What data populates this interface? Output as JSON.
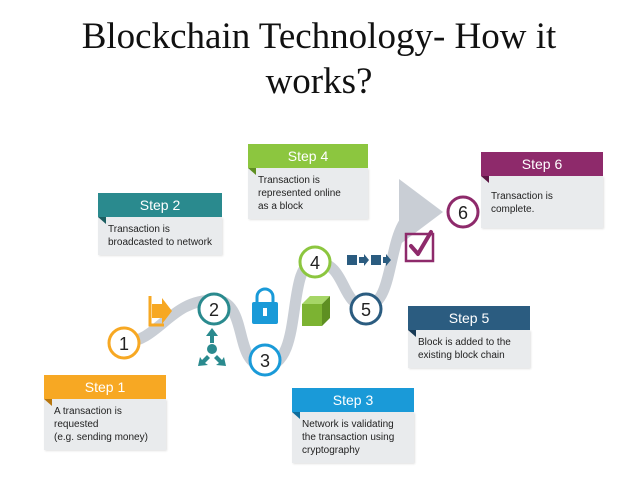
{
  "title": {
    "line1": "Blockchain Technology- How it",
    "line2": "works?"
  },
  "colors": {
    "step1": "#f7a823",
    "step2": "#2a8a8e",
    "step3": "#1a9ad8",
    "step4": "#8cc63f",
    "step5": "#2b5c80",
    "step6": "#8e2a6b",
    "path": "#c9ced5",
    "purple": "#8e2a6b",
    "orange": "#f7a823"
  },
  "steps": [
    {
      "number": "1",
      "label": "Step 1",
      "lines": [
        "A transaction is",
        "requested",
        "(e.g. sending money)"
      ]
    },
    {
      "number": "2",
      "label": "Step 2",
      "lines": [
        "Transaction is",
        "broadcasted to network"
      ]
    },
    {
      "number": "3",
      "label": "Step 3",
      "lines": [
        "Network is validating",
        "the transaction using",
        "cryptography"
      ]
    },
    {
      "number": "4",
      "label": "Step 4",
      "lines": [
        "Transaction is",
        "represented online",
        "as a block"
      ]
    },
    {
      "number": "5",
      "label": "Step 5",
      "lines": [
        "Block is added to the",
        "existing block chain"
      ]
    },
    {
      "number": "6",
      "label": "Step 6",
      "lines": [
        "Transaction is complete."
      ]
    }
  ],
  "icons": {
    "step1": "arrow-box-icon",
    "step2": "broadcast-arrows-icon",
    "step3": "padlock-icon",
    "step4": "cube-icon",
    "step5": "block-chain-icon",
    "step6": "checkbox-icon"
  }
}
